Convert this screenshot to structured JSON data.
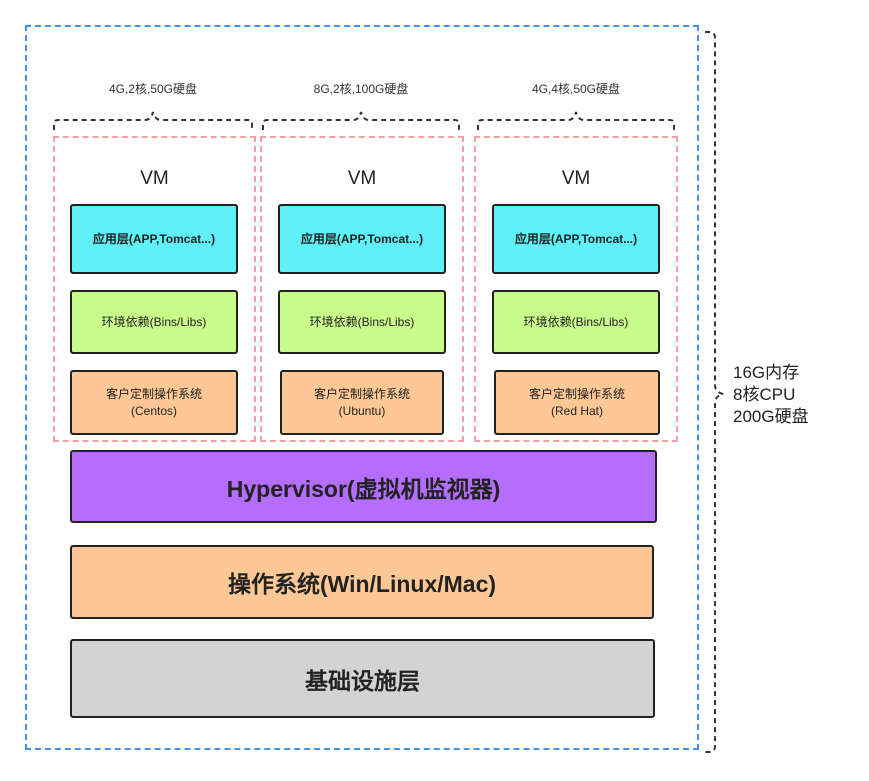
{
  "vms": [
    {
      "spec": "4G,2核,50G硬盘",
      "title": "VM",
      "app_layer": "应用层(APP,Tomcat...)",
      "env_layer": "环境依赖(Bins/Libs)",
      "os_line1": "客户定制操作系统",
      "os_line2": "(Centos)"
    },
    {
      "spec": "8G,2核,100G硬盘",
      "title": "VM",
      "app_layer": "应用层(APP,Tomcat...)",
      "env_layer": "环境依赖(Bins/Libs)",
      "os_line1": "客户定制操作系统",
      "os_line2": "(Ubuntu)"
    },
    {
      "spec": "4G,4核,50G硬盘",
      "title": "VM",
      "app_layer": "应用层(APP,Tomcat...)",
      "env_layer": "环境依赖(Bins/Libs)",
      "os_line1": "客户定制操作系统",
      "os_line2": "(Red Hat)"
    }
  ],
  "hypervisor_label": "Hypervisor(虚拟机监视器)",
  "host_os_label": "操作系统(Win/Linux/Mac)",
  "infra_label": "基础设施层",
  "host_spec": {
    "memory": "16G内存",
    "cpu": "8核CPU",
    "disk": "200G硬盘"
  },
  "colors": {
    "outer_border": "#4a90e2",
    "vm_border": "#f0a0a8",
    "app_layer": "#5ff0f8",
    "env_layer": "#c8fb8a",
    "os_layer": "#fdc896",
    "hypervisor": "#b46dfc",
    "host_os": "#fdc896",
    "infra": "#d3d3d3"
  }
}
